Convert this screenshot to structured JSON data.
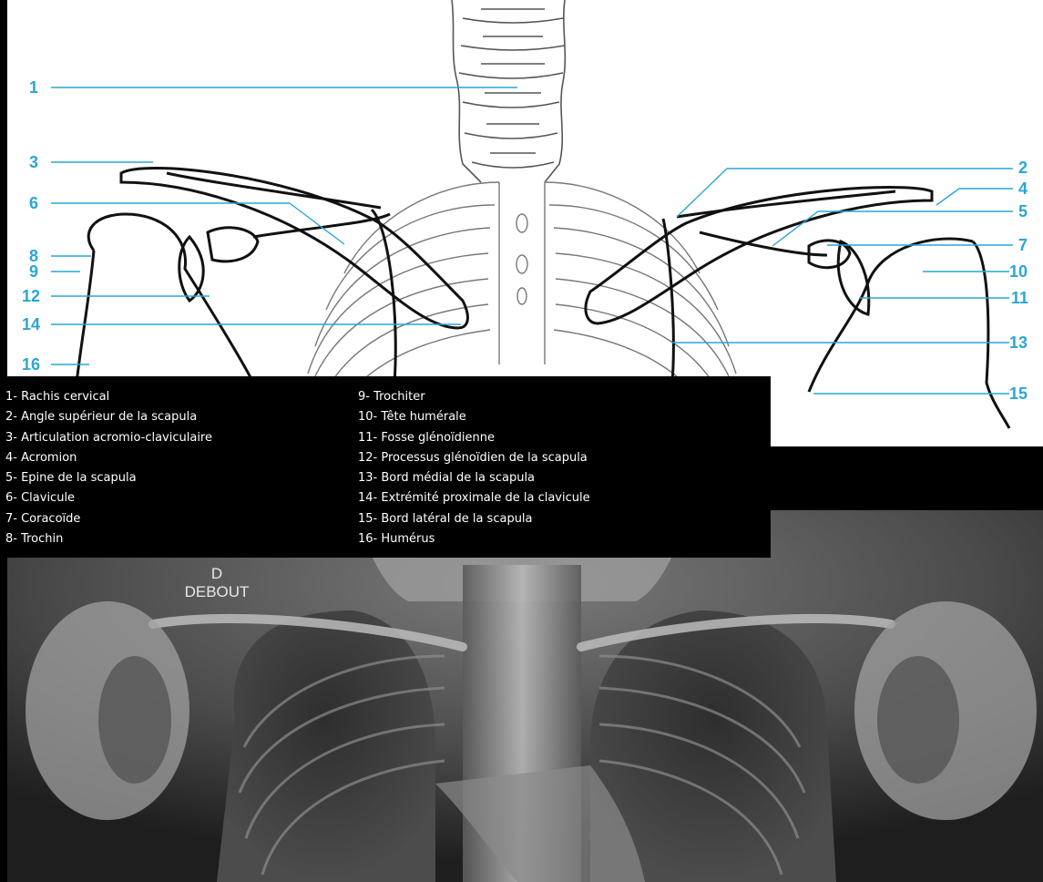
{
  "diagram": {
    "labels": [
      {
        "num": "1",
        "name": "Rachis cervical"
      },
      {
        "num": "2",
        "name": "Angle supérieur de la scapula"
      },
      {
        "num": "3",
        "name": "Articulation acromio-claviculaire"
      },
      {
        "num": "4",
        "name": "Acromion"
      },
      {
        "num": "5",
        "name": "Epine de la scapula"
      },
      {
        "num": "6",
        "name": "Clavicule"
      },
      {
        "num": "7",
        "name": "Coracoïde"
      },
      {
        "num": "8",
        "name": "Trochin"
      },
      {
        "num": "9",
        "name": "Trochiter"
      },
      {
        "num": "10",
        "name": "Tête humérale"
      },
      {
        "num": "11",
        "name": "Fosse glénoïdienne"
      },
      {
        "num": "12",
        "name": "Processus glénoïdien de la scapula"
      },
      {
        "num": "13",
        "name": "Bord médial de la scapula"
      },
      {
        "num": "14",
        "name": "Extrémité proximale de la clavicule"
      },
      {
        "num": "15",
        "name": "Bord latéral de la scapula"
      },
      {
        "num": "16",
        "name": "Humérus"
      }
    ],
    "label_color": "#2aa6d6"
  },
  "legend": {
    "left": [
      "1- Rachis cervical",
      "2- Angle supérieur de la scapula",
      "3- Articulation acromio-claviculaire",
      "4- Acromion",
      "5- Epine de la scapula",
      "6- Clavicule",
      "7- Coracoïde",
      "8- Trochin"
    ],
    "right": [
      "9- Trochiter",
      "10- Tête humérale",
      "11- Fosse glénoïdienne",
      "12- Processus glénoïdien de la scapula",
      "13- Bord médial de la scapula",
      "14- Extrémité proximale de la clavicule",
      "15- Bord latéral de la scapula",
      "16- Humérus"
    ]
  },
  "xray": {
    "side_marker": "D",
    "position_text": "DEBOUT"
  }
}
